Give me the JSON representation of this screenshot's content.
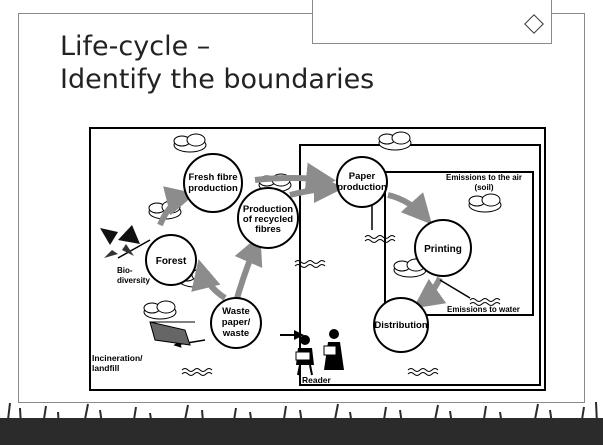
{
  "title": {
    "line1": "Life-cycle –",
    "line2": "Identify the boundaries"
  },
  "diagram": {
    "nodes": {
      "fresh_fibre_1": "Fresh fibre",
      "fresh_fibre_2": "production",
      "recycled_1": "Production",
      "recycled_2": "of recycled",
      "recycled_3": "fibres",
      "paper_1": "Paper",
      "paper_2": "production",
      "printing": "Printing",
      "distribution": "Distribution",
      "waste_1": "Waste",
      "waste_2": "paper/",
      "waste_3": "waste",
      "forest": "Forest"
    },
    "labels": {
      "emissions_air_1": "Emissions to the air",
      "emissions_air_2": "(soil)",
      "emissions_water": "Emissions to water",
      "biodiversity_1": "Bio-",
      "biodiversity_2": "diversity",
      "incineration_1": "Incineration/",
      "incineration_2": "landfill",
      "reader": "Reader"
    }
  },
  "colors": {
    "frame": "#8a8a8a",
    "text": "#222222",
    "diagram": "#000000",
    "arrow": "#8c8c8c",
    "grass": "#2b2b2b"
  }
}
